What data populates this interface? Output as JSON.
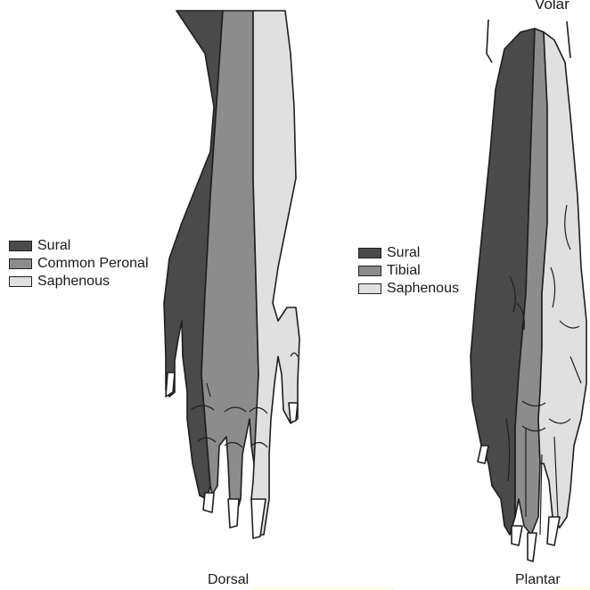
{
  "colors": {
    "dark": "#4a4a4a",
    "medium": "#8c8c8c",
    "light": "#e0e0e0",
    "outline": "#1e1e1e"
  },
  "figure": {
    "top_right_fragment": "Volar",
    "dorsal": {
      "caption": "Dorsal",
      "legend": [
        {
          "label": "Sural",
          "color_key": "dark"
        },
        {
          "label": "Common Peronal",
          "color_key": "medium"
        },
        {
          "label": "Saphenous",
          "color_key": "light"
        }
      ]
    },
    "plantar": {
      "caption": "Plantar",
      "legend": [
        {
          "label": "Sural",
          "color_key": "dark"
        },
        {
          "label": "Tibial",
          "color_key": "medium"
        },
        {
          "label": "Saphenous",
          "color_key": "light"
        }
      ]
    }
  }
}
